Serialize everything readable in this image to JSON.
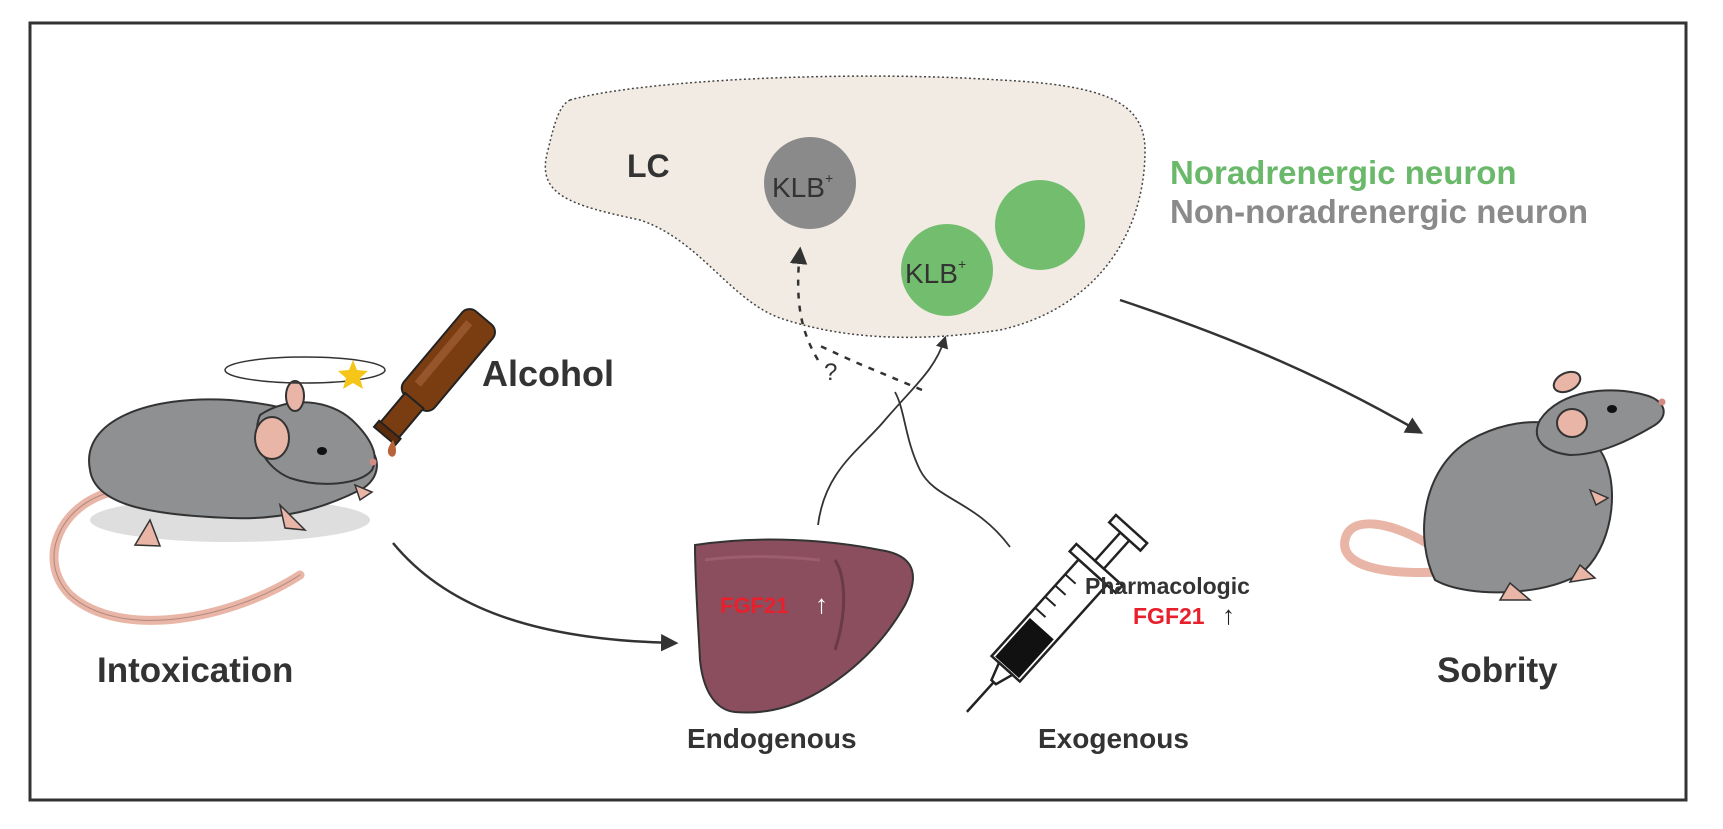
{
  "labels": {
    "region": "LC",
    "klb_gray_main": "KLB",
    "klb_gray_sup": "+",
    "klb_green_main": "KLB",
    "klb_green_sup": "+",
    "question": "?",
    "alcohol": "Alcohol",
    "intoxication": "Intoxication",
    "sobrity": "Sobrity",
    "endogenous": "Endogenous",
    "exogenous": "Exogenous",
    "pharmacologic": "Pharmacologic",
    "fgf21_liver": "FGF21",
    "fgf21_pharm": "FGF21",
    "up_arrow": "↑"
  },
  "legend": {
    "noradrenergic": "Noradrenergic neuron",
    "non_noradrenergic": "Non-noradrenergic neuron"
  },
  "colors": {
    "border": "#333333",
    "lc_fill": "#f2ebe3",
    "green_neuron": "#72be6e",
    "gray_neuron": "#8a8a8a",
    "mouse_body": "#8e9092",
    "mouse_shadow": "#dedede",
    "mouse_pink": "#e8b5a6",
    "liver": "#8a4e5f",
    "liver_dark": "#6b3a48",
    "bottle": "#7a3d12",
    "fgf_red": "#e8202c",
    "text_dark": "#333333",
    "legend_green": "#6ab96a",
    "legend_gray": "#8a8a8a",
    "star": "#f5c518"
  },
  "icons": [
    "mouse-intoxicated-icon",
    "mouse-sober-icon",
    "alcohol-bottle-icon",
    "liver-icon",
    "syringe-icon",
    "star-icon"
  ]
}
